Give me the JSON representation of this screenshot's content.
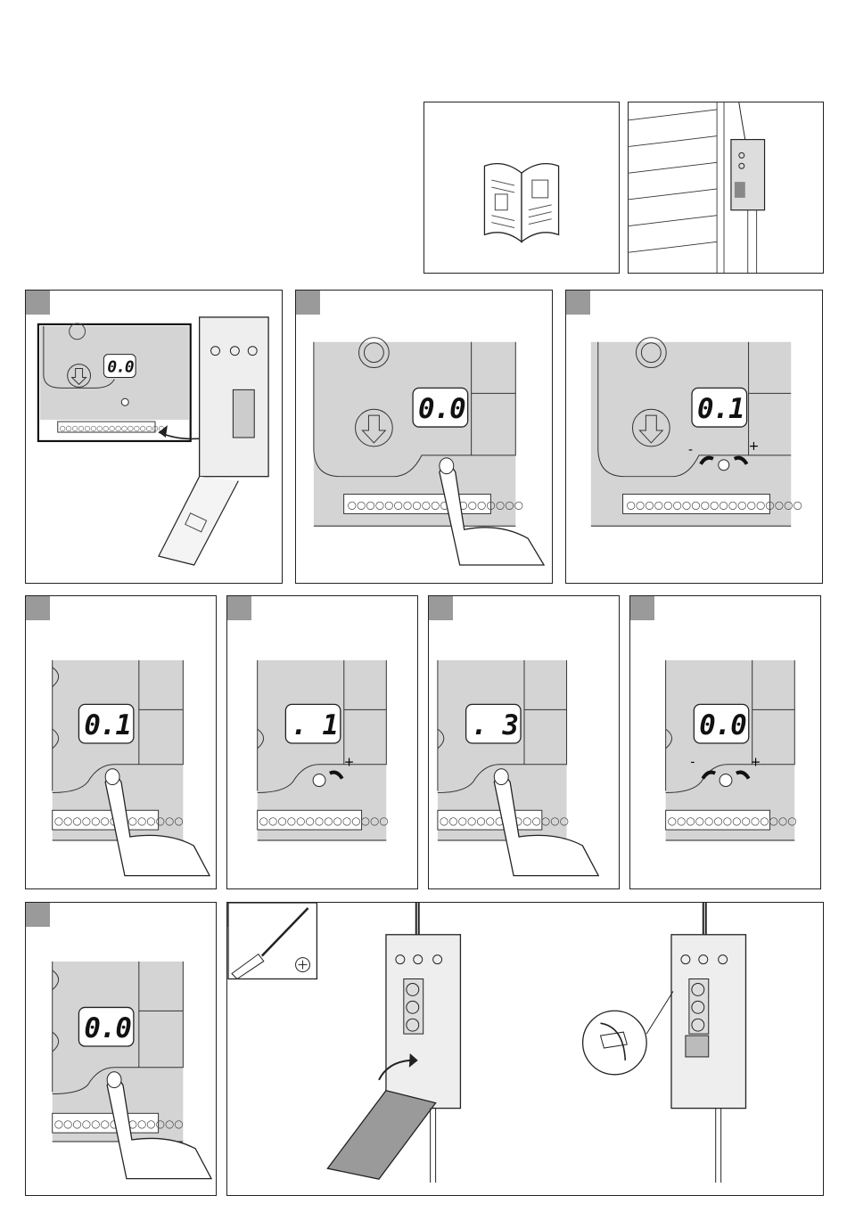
{
  "page": {
    "title": ""
  },
  "panels": {
    "p1": {
      "display": "0.0"
    },
    "p2": {
      "display": "0.0"
    },
    "p3": {
      "display": "0.1",
      "minus": "-",
      "plus": "+"
    },
    "p4": {
      "display": "0.1"
    },
    "p5": {
      "display": ". 1",
      "plus": "+"
    },
    "p6": {
      "display": ". 3"
    },
    "p7": {
      "display": "0.0",
      "minus": "-",
      "plus": "+"
    },
    "p8": {
      "display": "0.0"
    }
  },
  "colors": {
    "panel_grey": "#d4d4d4",
    "step_tab": "#9a9a9a",
    "line": "#222222"
  },
  "icons": [
    "manual-book-icon",
    "garage-door-drive-icon",
    "down-arrow-button-icon",
    "finger-press-icon",
    "rotate-arrows-icon",
    "screwdriver-icon",
    "phillips-screw-icon",
    "rotate-screw-icon"
  ]
}
